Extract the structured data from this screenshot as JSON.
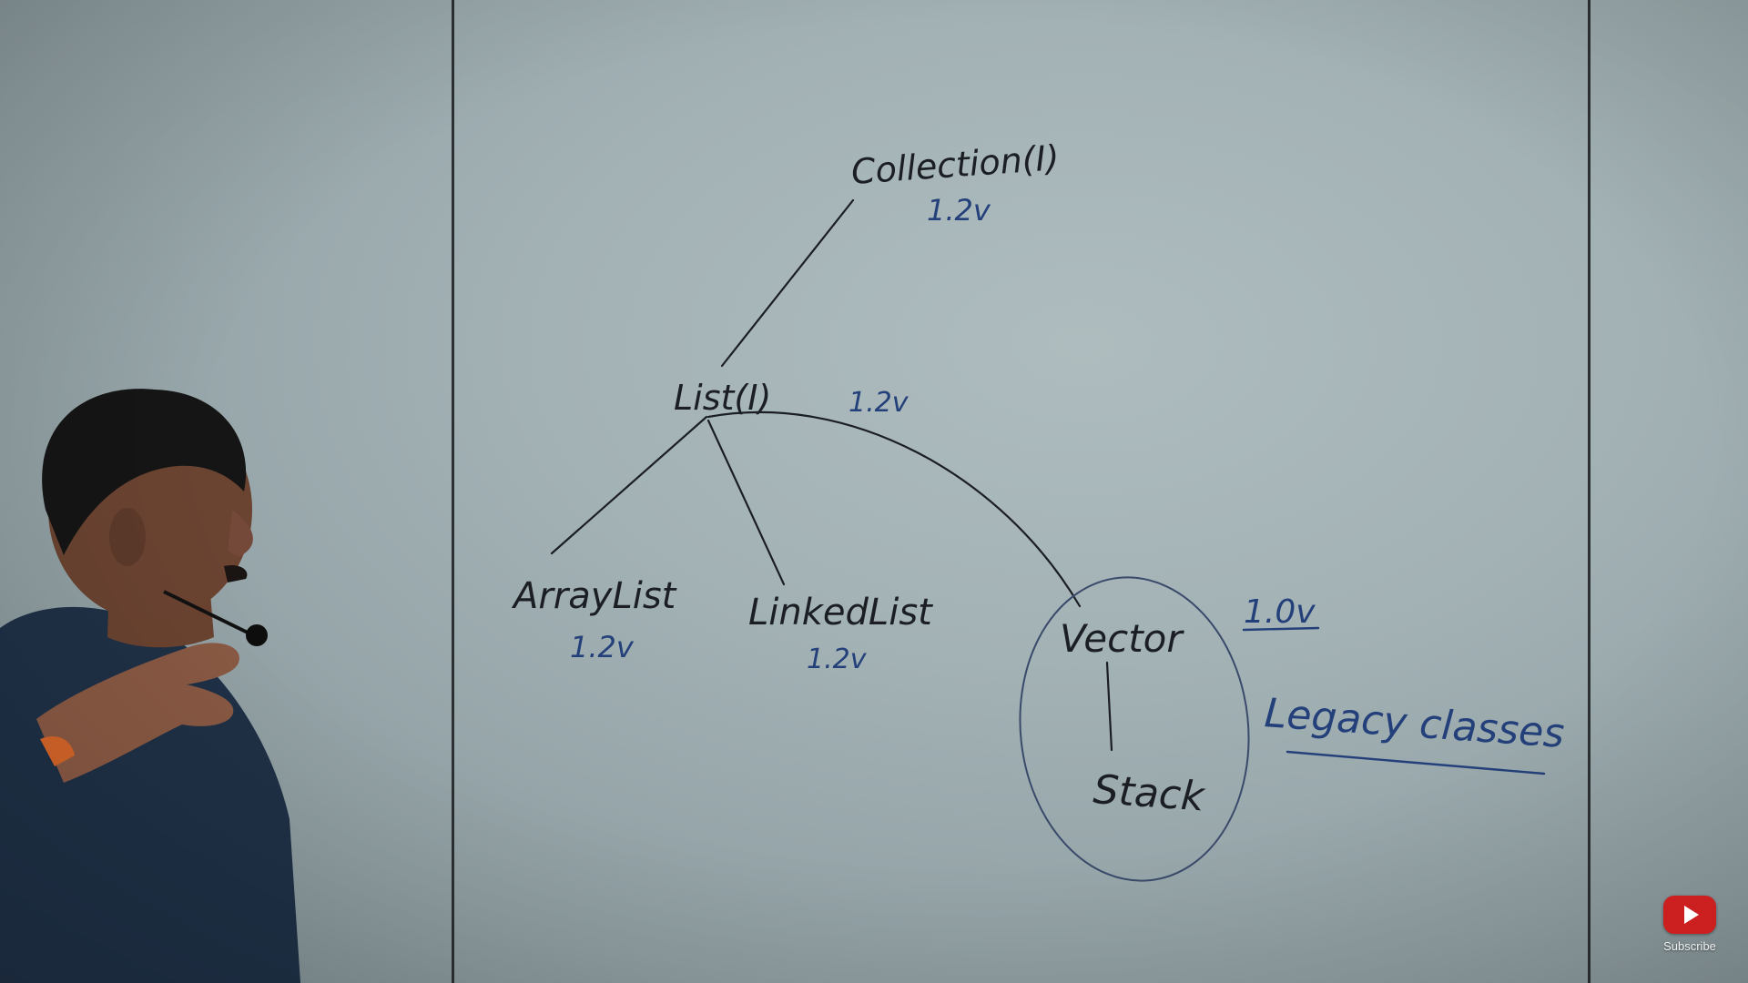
{
  "diagram": {
    "nodes": {
      "collection": {
        "label": "Collection(I)",
        "version": "1.2v"
      },
      "list": {
        "label": "List(I)",
        "version": "1.2v"
      },
      "arraylist": {
        "label": "ArrayList",
        "version": "1.2v"
      },
      "linkedlist": {
        "label": "LinkedList",
        "version": "1.2v"
      },
      "vector": {
        "label": "Vector"
      },
      "stack": {
        "label": "Stack"
      }
    },
    "annotations": {
      "legacy_version": "1.0v",
      "legacy_label": "Legacy classes"
    }
  },
  "overlay": {
    "subscribe_label": "Subscribe"
  },
  "colors": {
    "ink_black": "#1b1f24",
    "ink_blue": "#24407a",
    "board": "#a3b2b5"
  }
}
